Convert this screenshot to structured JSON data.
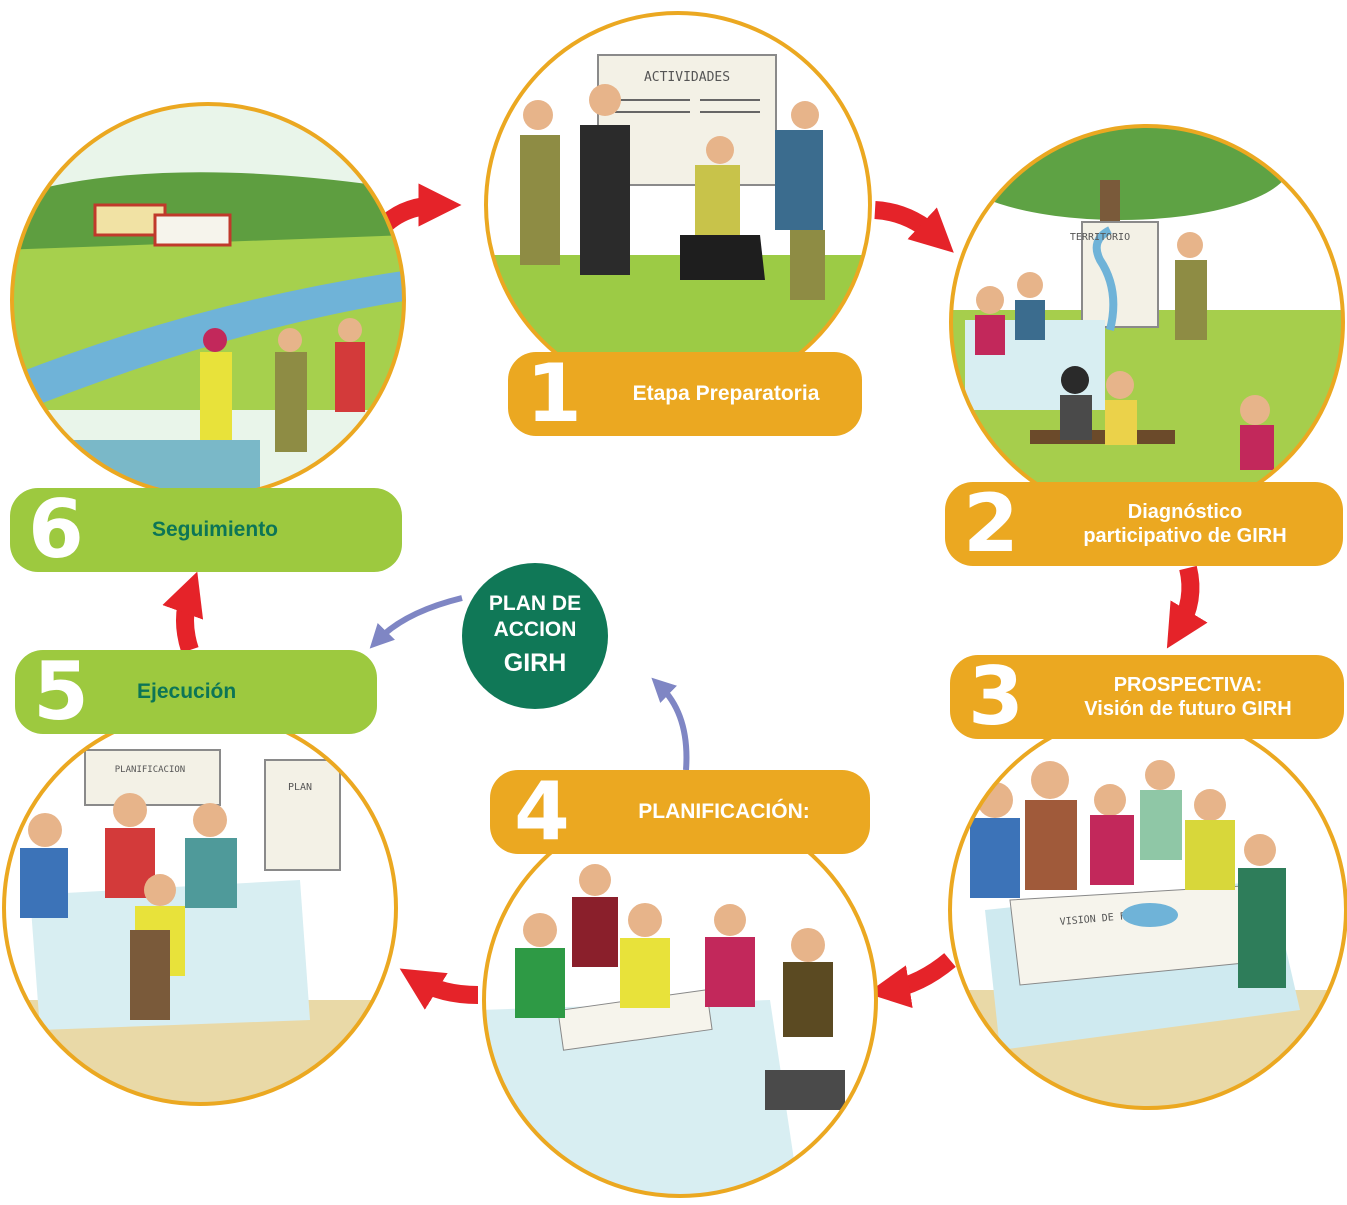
{
  "steps": [
    {
      "number": "1",
      "label": "Etapa Preparatoria"
    },
    {
      "number": "2",
      "label_line1": "Diagnóstico",
      "label_line2": "participativo de GIRH"
    },
    {
      "number": "3",
      "label_line1": "PROSPECTIVA:",
      "label_line2": "Visión de futuro GIRH"
    },
    {
      "number": "4",
      "label": "PLANIFICACIÓN:"
    },
    {
      "number": "5",
      "label": "Ejecución"
    },
    {
      "number": "6",
      "label": "Seguimiento"
    }
  ],
  "center": {
    "line1": "PLAN DE",
    "line2": "ACCION",
    "line3": "GIRH"
  },
  "illustration_texts": {
    "board1": "ACTIVIDADES",
    "board2": "TERRITORIO",
    "board3": "VISION DE FUTURO",
    "board5a": "PLANIFICACION",
    "board5b": "PLAN"
  },
  "colors": {
    "step_pill": "#EBA821",
    "step_pill_green": "#9DC93F",
    "green_text": "#0C7556",
    "center_circle": "#107857",
    "arrow_red": "#E52329",
    "arrow_blue": "#7F86C4",
    "circle_border": "#EBA821"
  }
}
